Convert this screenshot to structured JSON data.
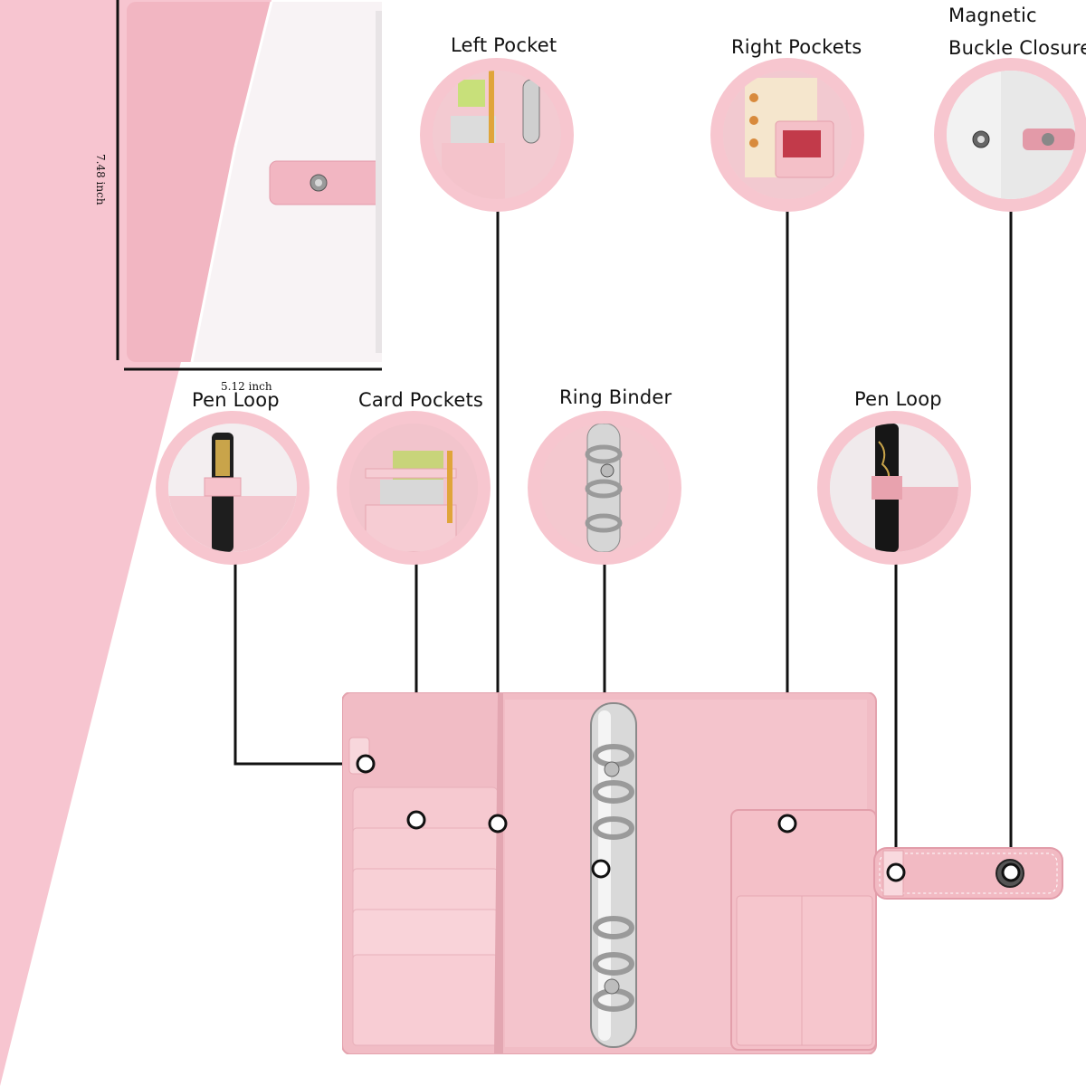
{
  "colors": {
    "wedge": "#f7c5d0",
    "circle_ring": "#f7c6cf",
    "planner_pink": "#f4c0c8",
    "planner_dark": "#e5a7b1",
    "leader": "#111111"
  },
  "dimensions": {
    "height_label": "7.48 inch",
    "width_label": "5.12 inch"
  },
  "callouts": {
    "left_pocket": "Left Pocket",
    "right_pockets": "Right Pockets",
    "magnetic_line1": "Magnetic",
    "magnetic_line2": "Buckle Closure",
    "pen_loop_left": "Pen Loop",
    "card_pockets": "Card Pockets",
    "ring_binder": "Ring Binder",
    "pen_loop_right": "Pen Loop"
  }
}
